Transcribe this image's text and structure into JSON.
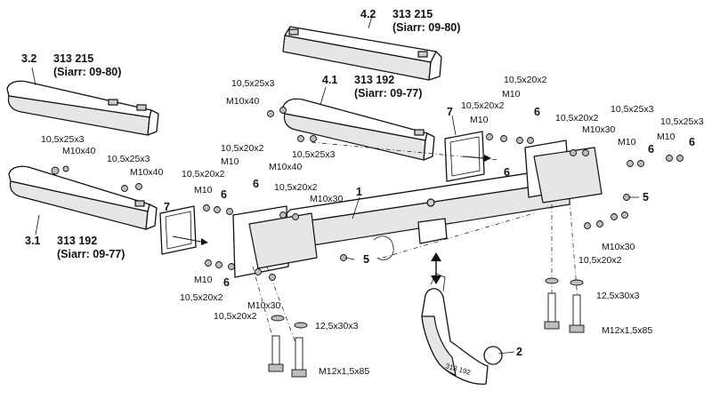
{
  "labels": {
    "p42_num": "4.2",
    "p42_code": "313 215",
    "p42_note": "(Siarr: 09-80)",
    "p32_num": "3.2",
    "p32_code": "313 215",
    "p32_note": "(Siarr: 09-80)",
    "p41_num": "4.1",
    "p41_code": "313 192",
    "p41_note": "(Siarr: 09-77)",
    "p31_num": "3.1",
    "p31_code": "313 192",
    "p31_note": "(Siarr: 09-77)",
    "n1": "1",
    "n2": "2",
    "n5a": "5",
    "n5b": "5",
    "n6a": "6",
    "n6b": "6",
    "n6c": "6",
    "n6d": "6",
    "n6e": "6",
    "n6f": "6",
    "n6g": "6",
    "n7a": "7",
    "n7b": "7",
    "hw_a": "10,5x25x3",
    "hw_b": "M10x40",
    "hw_c": "10,5x25x3",
    "hw_d": "M10x40",
    "hw_e": "10,5x25x3",
    "hw_f": "M10x40",
    "hw_g": "10,5x25x3",
    "hw_h": "M10x40",
    "hw_i": "10,5x20x2",
    "hw_j": "M10",
    "hw_k": "10,5x20x2",
    "hw_l": "M10",
    "hw_m": "10,5x20x2",
    "hw_n": "M10x30",
    "hw_o": "M10",
    "hw_p": "10,5x20x2",
    "hw_q": "M10x30",
    "hw_r": "10,5x20x2",
    "hw_s": "12,5x30x3",
    "hw_t": "M12x1,5x85",
    "hw_u": "10,5x20x2",
    "hw_v": "M10",
    "hw_w": "10,5x20x2",
    "hw_x": "M10",
    "hw_y": "10,5x20x2",
    "hw_z": "M10x30",
    "hw_aa": "10,5x25x3",
    "hw_ab": "10,5x25x3",
    "hw_ac": "M10",
    "hw_ad": "M10",
    "hw_ae": "M10x30",
    "hw_af": "10,5x20x2",
    "hw_ag": "12,5x30x3",
    "hw_ah": "M12x1,5x85",
    "ball_stamp": "313 192"
  }
}
